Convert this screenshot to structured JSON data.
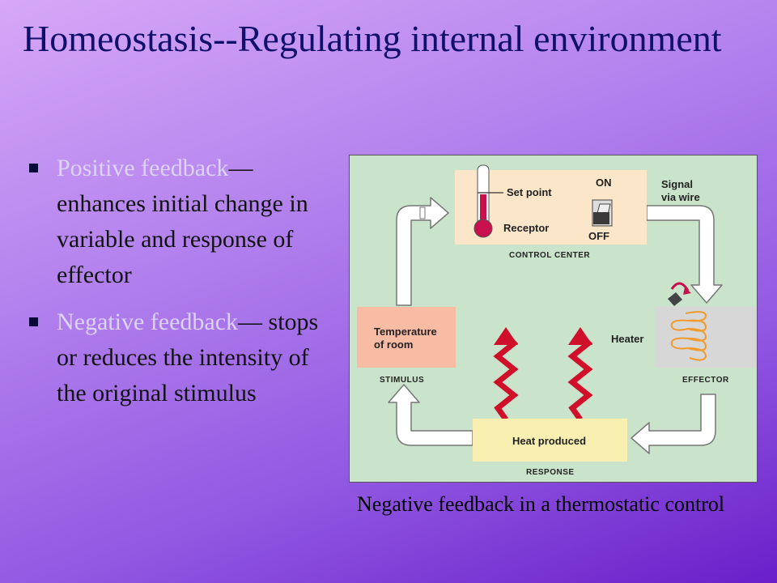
{
  "title": "Homeostasis--Regulating internal environment",
  "bullets": [
    {
      "highlight": "Positive feedback",
      "dash": "—",
      "text": "enhances initial change in variable and response of effector"
    },
    {
      "highlight": "Negative feedback",
      "dash": "—",
      "text": "stops or reduces the intensity of the original stimulus"
    }
  ],
  "diagram": {
    "set_point": "Set point",
    "receptor": "Receptor",
    "switch_on": "ON",
    "switch_off": "OFF",
    "control_center": "CONTROL CENTER",
    "signal_line1": "Signal",
    "signal_line2": "via wire",
    "heater": "Heater",
    "effector": "EFFECTOR",
    "stimulus_box_line1": "Temperature",
    "stimulus_box_line2": "of room",
    "stimulus": "STIMULUS",
    "response_box": "Heat produced",
    "response": "RESPONSE"
  },
  "caption": "Negative feedback in a thermostatic control",
  "colors": {
    "title": "#10106b",
    "highlight": "#dcd3f5",
    "diagram_bg": "#c9e4ca",
    "control_box": "#fbe6c9",
    "stimulus_box": "#f8bba3",
    "response_box": "#f9efb1",
    "heat_waves": "#d0102a",
    "coil": "#f39a2c"
  }
}
